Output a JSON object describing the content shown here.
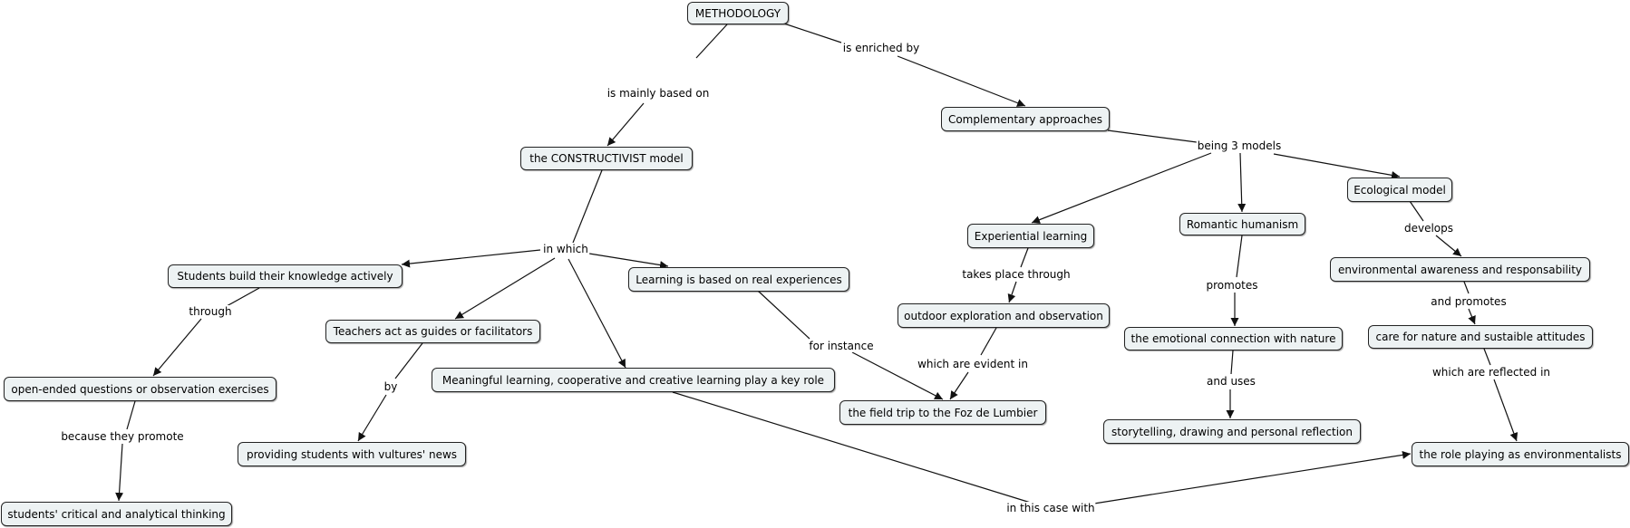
{
  "concepts": {
    "methodology": "METHODOLOGY",
    "constructivist": "the CONSTRUCTIVIST model",
    "complementary": "Complementary approaches",
    "students_build": "Students build their knowledge actively",
    "learning_real": "Learning is based on real experiences",
    "teachers_guides": "Teachers act as guides or facilitators",
    "meaningful": "Meaningful learning, cooperative and creative learning play a key role",
    "open_ended": "open-ended questions or observation exercises",
    "critical_thinking": "students' critical and analytical thinking",
    "vultures_news": "providing students with vultures' news",
    "experiential": "Experiential learning",
    "outdoor": "outdoor exploration and observation",
    "field_trip": "the field trip to the Foz de Lumbier",
    "romantic": "Romantic humanism",
    "emotional": "the emotional connection with nature",
    "storytelling": "storytelling, drawing and personal reflection",
    "ecological": "Ecological model",
    "env_awareness": "environmental awareness and responsability",
    "care_nature": "care for nature and sustaible attitudes",
    "role_playing": "the role playing as environmentalists"
  },
  "links": {
    "mainly_based": "is mainly based on",
    "enriched": "is enriched by",
    "in_which": "in which",
    "being3": "being 3 models",
    "through": "through",
    "because": "because they promote",
    "by": "by",
    "for_instance": "for instance",
    "takes_place": "takes place through",
    "evident_in": "which are evident in",
    "promotes": "promotes",
    "and_uses": "and uses",
    "develops": "develops",
    "and_promotes": "and promotes",
    "reflected_in": "which are reflected in",
    "this_case": "in this case with"
  }
}
